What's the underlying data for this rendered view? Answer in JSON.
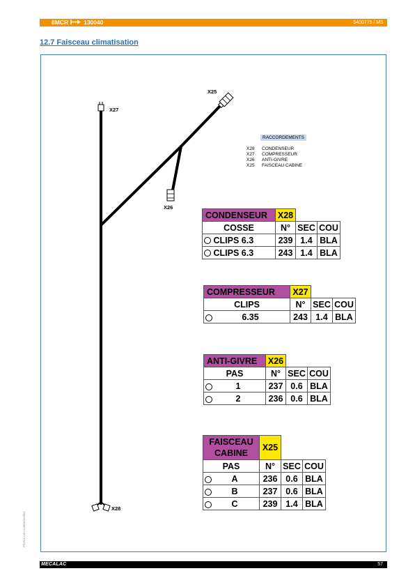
{
  "header": {
    "model": "8MCR",
    "serial": "130040",
    "doc_ref": "5400775 / M3"
  },
  "section_title": "12.7 Faisceau climatisation",
  "side_note": "Photos non contractuelles",
  "footer": {
    "brand": "MECALAC",
    "page": "57"
  },
  "harness": {
    "connectors": [
      "X25",
      "X27",
      "X26",
      "X28"
    ]
  },
  "raccordements": {
    "title": "RACCORDEMENTS",
    "items": [
      {
        "code": "X28",
        "name": "CONDENSEUR"
      },
      {
        "code": "X27",
        "name": "COMPRESSEUR"
      },
      {
        "code": "X26",
        "name": "ANTI-GIVRE"
      },
      {
        "code": "X25",
        "name": "FAISCEAU CABINE"
      }
    ]
  },
  "tables": [
    {
      "name": "CONDENSEUR",
      "code": "X28",
      "cols": [
        "COSSE",
        "N°",
        "SEC",
        "COU"
      ],
      "rows": [
        [
          "CLIPS 6.3",
          "239",
          "1.4",
          "BLA"
        ],
        [
          "CLIPS 6.3",
          "243",
          "1.4",
          "BLA"
        ]
      ]
    },
    {
      "name": "COMPRESSEUR",
      "code": "X27",
      "cols": [
        "CLIPS",
        "N°",
        "SEC",
        "COU"
      ],
      "rows": [
        [
          "6.35",
          "243",
          "1.4",
          "BLA"
        ]
      ]
    },
    {
      "name": "ANTI-GIVRE",
      "code": "X26",
      "cols": [
        "PAS",
        "N°",
        "SEC",
        "COU"
      ],
      "rows": [
        [
          "1",
          "237",
          "0.6",
          "BLA"
        ],
        [
          "2",
          "236",
          "0.6",
          "BLA"
        ]
      ]
    },
    {
      "name_line1": "FAISCEAU",
      "name_line2": "CABINE",
      "code": "X25",
      "cols": [
        "PAS",
        "N°",
        "SEC",
        "COU"
      ],
      "rows": [
        [
          "A",
          "236",
          "0.6",
          "BLA"
        ],
        [
          "B",
          "237",
          "0.6",
          "BLA"
        ],
        [
          "C",
          "239",
          "1.4",
          "BLA"
        ]
      ]
    }
  ]
}
